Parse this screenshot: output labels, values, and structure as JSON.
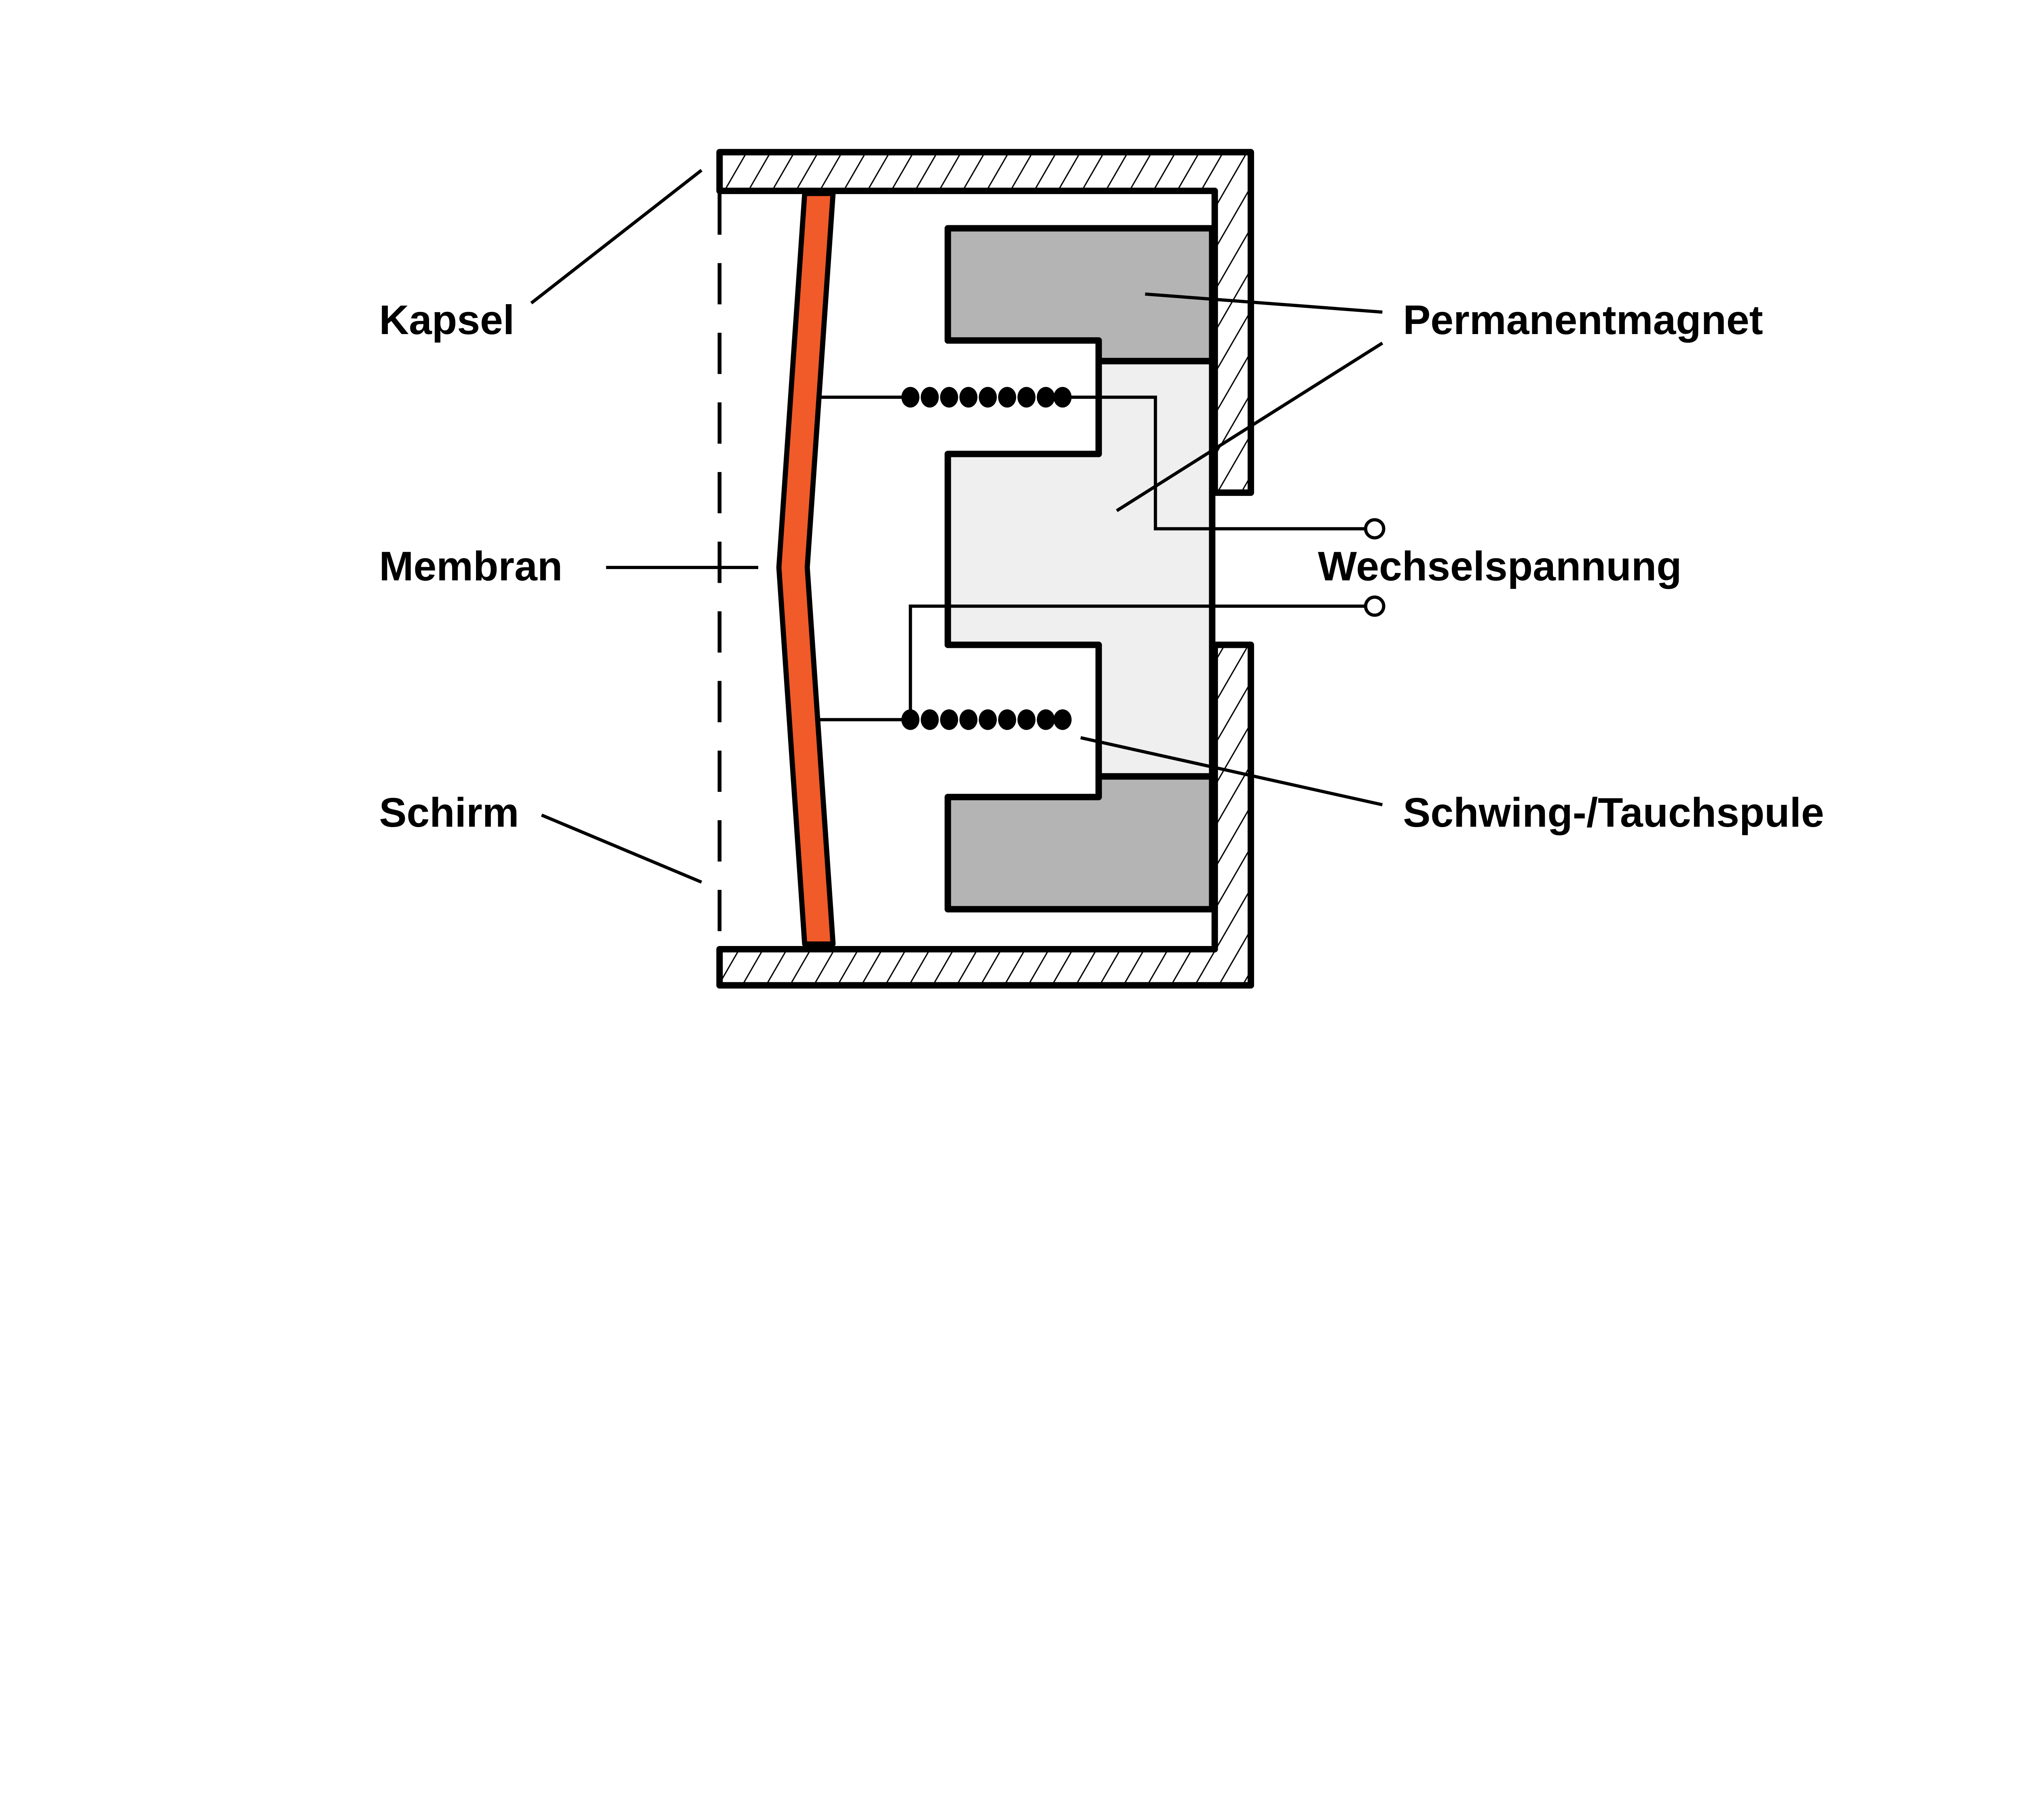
{
  "diagram": {
    "title": "Tauchspulenmikrofon",
    "labels": {
      "kapsel": "Kapsel",
      "membran": "Membran",
      "schirm": "Schirm",
      "permanentmagnet": "Permanentmagnet",
      "wechselspannung": "Wechselspannung",
      "spule": "Schwing-/Tauchspule"
    },
    "colors": {
      "membrane": "#F15A29",
      "magnet_outer": "#B4B4B4",
      "magnet_core": "#EFEFEF",
      "outline": "#000000",
      "background": "#FFFFFF"
    }
  }
}
